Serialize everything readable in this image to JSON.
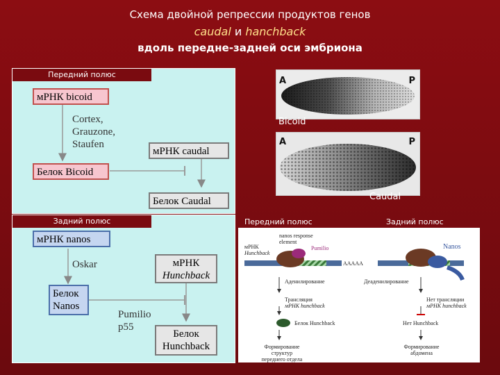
{
  "title": {
    "line1": "Схема двойной репрессии продуктов генов",
    "line2_gene_a": "caudal",
    "line2_and": " и ",
    "line2_gene_b": "hanchback",
    "line3": "вдоль передне-задней оси эмбриона"
  },
  "top_left": {
    "header": "Передний полюс",
    "mrna_bicoid": "мРНК bicoid",
    "factors": [
      "Cortex,",
      "Grauzone,",
      "Staufen"
    ],
    "mrna_caudal": "мРНК caudal",
    "protein_bicoid": "Белок Bicoid",
    "protein_caudal": "Белок Caudal"
  },
  "bottom_left": {
    "header": "Задний полюс",
    "mrna_nanos": "мРНК nanos",
    "oskar": "Oskar",
    "mrna_hunchback_1": "мРНК",
    "mrna_hunchback_2": "Hunchback",
    "protein_nanos_1": "Белок",
    "protein_nanos_2": "Nanos",
    "pumilio_1": "Pumilio",
    "pumilio_2": "p55",
    "protein_hunchback_1": "Белок",
    "protein_hunchback_2": "Hunchback"
  },
  "embryos": {
    "top_a": "A",
    "top_p": "P",
    "top_caption": "Bicoid",
    "bottom_a": "A",
    "bottom_p": "P",
    "bottom_caption": "Caudal"
  },
  "bottom_right": {
    "header_left": "Передний полюс",
    "header_right": "Задний полюс",
    "left": {
      "nre": "nanos response element",
      "pumilio": "Pumilio",
      "mrna_label_1": "мРНК",
      "mrna_label_2": "Hunchback",
      "polya": "AAAAA",
      "adenylation": "Аденилирование",
      "translation_1": "Трансляция",
      "translation_2": "мРНК hunchback",
      "protein": "Белок Hunchback",
      "structures_1": "Формирование структур",
      "structures_2": "переднего отдела"
    },
    "right": {
      "nanos": "Nanos",
      "deadenylation": "Деаденилирование",
      "no_translation_1": "Нет трансляции",
      "no_translation_2": "мРНК hunchback",
      "no_protein": "Нет Hunchback",
      "abdomen_1": "Формирование",
      "abdomen_2": "абдомена"
    }
  },
  "colors": {
    "background": "#7a0b10",
    "panel": "#c9f2f0",
    "pink_box": "#f7c6cf",
    "grey_box": "#e6e6e6",
    "blue_box": "#c5d6f0"
  }
}
